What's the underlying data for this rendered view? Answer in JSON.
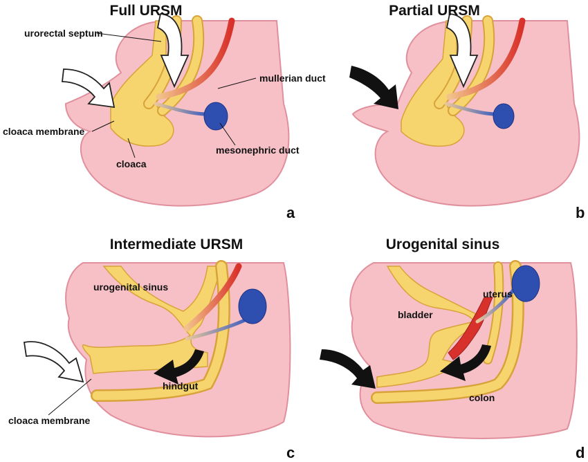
{
  "panels": [
    {
      "id": "a",
      "title": "Full URSM",
      "letter": "a",
      "labels": {
        "urorectal_septum": "urorectal septum",
        "mullerian_duct": "mullerian duct",
        "cloaca_membrane": "cloaca membrane",
        "mesonephric_duct": "mesonephric duct",
        "cloaca": "cloaca"
      }
    },
    {
      "id": "b",
      "title": "Partial URSM",
      "letter": "b"
    },
    {
      "id": "c",
      "title": "Intermediate URSM",
      "letter": "c",
      "labels": {
        "urogenital_sinus": "urogenital sinus",
        "hindgut": "hindgut",
        "cloaca_membrane": "cloaca membrane"
      }
    },
    {
      "id": "d",
      "title": "Urogenital sinus",
      "letter": "d",
      "labels": {
        "uterus": "uterus",
        "bladder": "bladder",
        "colon": "colon"
      }
    }
  ],
  "colors": {
    "tissue": "#f6c0c6",
    "tube": "#f7d56e",
    "mullerian": "#e0392b",
    "mesonephric": "#2f4fb0"
  }
}
